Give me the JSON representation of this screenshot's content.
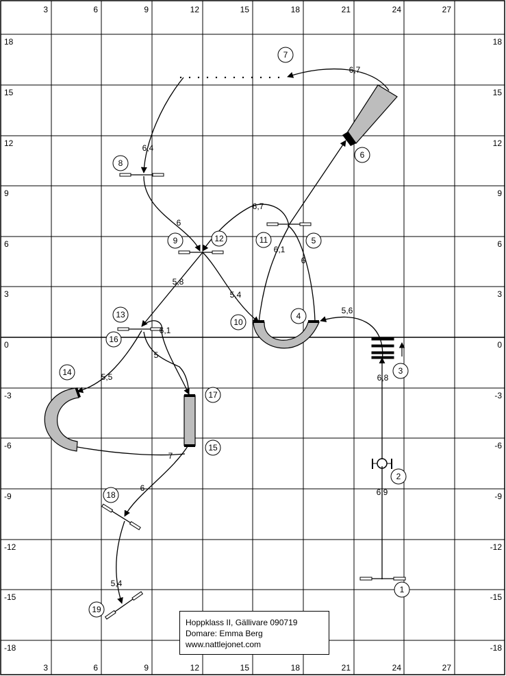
{
  "grid": {
    "x_ticks": [
      "3",
      "6",
      "9",
      "12",
      "15",
      "18",
      "21",
      "24",
      "27"
    ],
    "y_ticks_left": [
      "18",
      "15",
      "12",
      "9",
      "6",
      "3",
      "0",
      "-3",
      "-6",
      "-9",
      "-12",
      "-15",
      "-18"
    ],
    "y_ticks_right": [
      "18",
      "15",
      "12",
      "9",
      "6",
      "3",
      "0",
      "-3",
      "-6",
      "-9",
      "-12",
      "-15",
      "-18"
    ]
  },
  "obstacles": [
    {
      "number": "1"
    },
    {
      "number": "2"
    },
    {
      "number": "3"
    },
    {
      "number": "4"
    },
    {
      "number": "5"
    },
    {
      "number": "6"
    },
    {
      "number": "7"
    },
    {
      "number": "8"
    },
    {
      "number": "9"
    },
    {
      "number": "10"
    },
    {
      "number": "11"
    },
    {
      "number": "12"
    },
    {
      "number": "13"
    },
    {
      "number": "14"
    },
    {
      "number": "15"
    },
    {
      "number": "16"
    },
    {
      "number": "17"
    },
    {
      "number": "18"
    },
    {
      "number": "19"
    }
  ],
  "distances": [
    "6,9",
    "6,8",
    "5,6",
    "6",
    "6,1",
    "6,7",
    "6,7",
    "6,4",
    "6",
    "5,4",
    "5,8",
    "6,1",
    "5",
    "5,5",
    "7",
    "6",
    "5,4"
  ],
  "info": {
    "line1": "Hoppklass II, Gällivare 090719",
    "line2": "Domare: Emma Berg",
    "line3": "www.nattlejonet.com"
  }
}
